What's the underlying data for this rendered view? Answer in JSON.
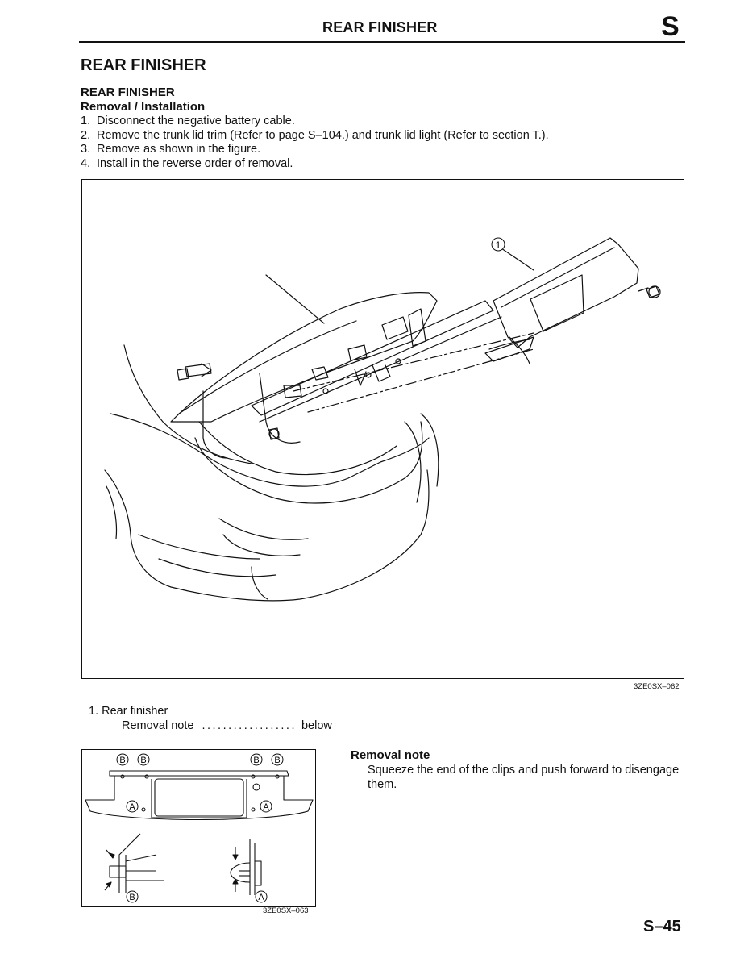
{
  "header": {
    "title": "REAR FINISHER",
    "section_letter": "S"
  },
  "section_title": "REAR FINISHER",
  "subsection": {
    "title": "REAR FINISHER",
    "procedure": "Removal / Installation"
  },
  "steps": [
    {
      "num": "1.",
      "text": "Disconnect the negative battery cable."
    },
    {
      "num": "2.",
      "text": "Remove the trunk lid trim (Refer to page S–104.) and trunk lid light (Refer to section T.)."
    },
    {
      "num": "3.",
      "text": "Remove as shown in the figure."
    },
    {
      "num": "4.",
      "text": "Install in the reverse order of removal."
    }
  ],
  "figure1": {
    "callout": "1",
    "code": "3ZE0SX–062"
  },
  "parts": [
    {
      "num": "1.",
      "name": "Rear finisher",
      "note_label": "Removal note",
      "note_ref": "below"
    }
  ],
  "figure2": {
    "code": "3ZE0SX–063",
    "label_a": "A",
    "label_b": "B"
  },
  "removal_note": {
    "title": "Removal note",
    "body": "Squeeze the end of the clips and push forward to disengage them."
  },
  "page_number": "S–45"
}
